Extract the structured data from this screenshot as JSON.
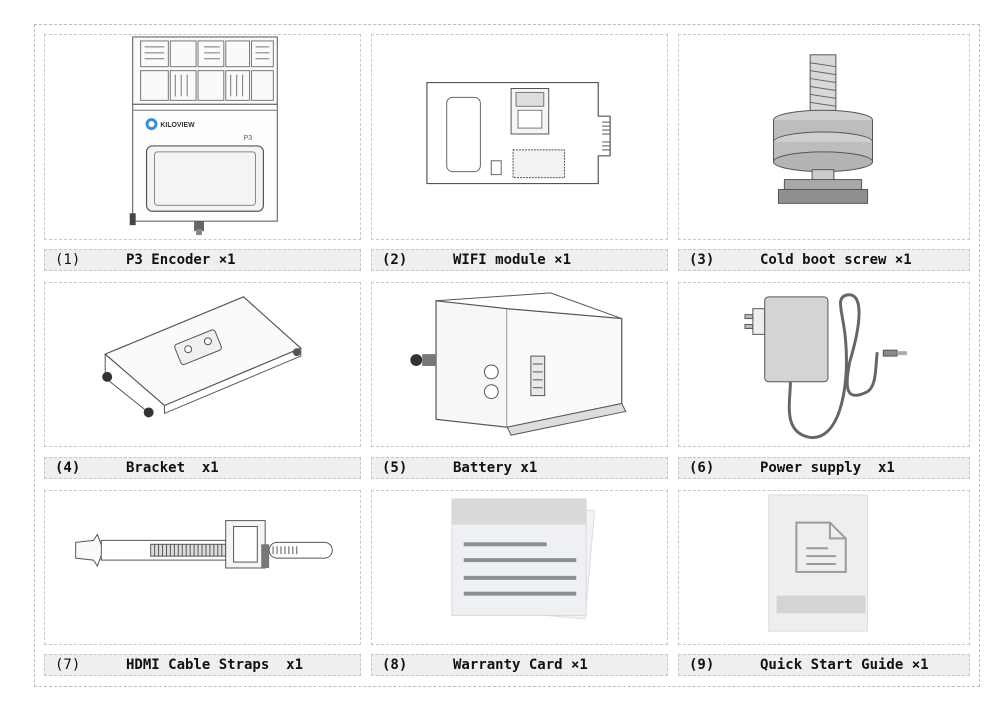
{
  "items": [
    {
      "num": "(1)",
      "label": "P3 Encoder ×1"
    },
    {
      "num": "(2)",
      "label": "WIFI module ×1"
    },
    {
      "num": "(3)",
      "label": "Cold boot screw ×1"
    },
    {
      "num": "(4)",
      "label": "Bracket  x1"
    },
    {
      "num": "(5)",
      "label": "Battery x1"
    },
    {
      "num": "(6)",
      "label": "Power supply  x1"
    },
    {
      "num": "(7)",
      "label": "HDMI Cable Straps  x1"
    },
    {
      "num": "(8)",
      "label": "Warranty Card ×1"
    },
    {
      "num": "(9)",
      "label": "Quick Start Guide ×1"
    }
  ],
  "encoder": {
    "brand": "KILOVIEW",
    "model": "P3"
  },
  "colors": {
    "line": "#555555",
    "caption_bg": "#efefef",
    "card_gray": "#d9d9d9",
    "card_line": "#8a8f96"
  }
}
